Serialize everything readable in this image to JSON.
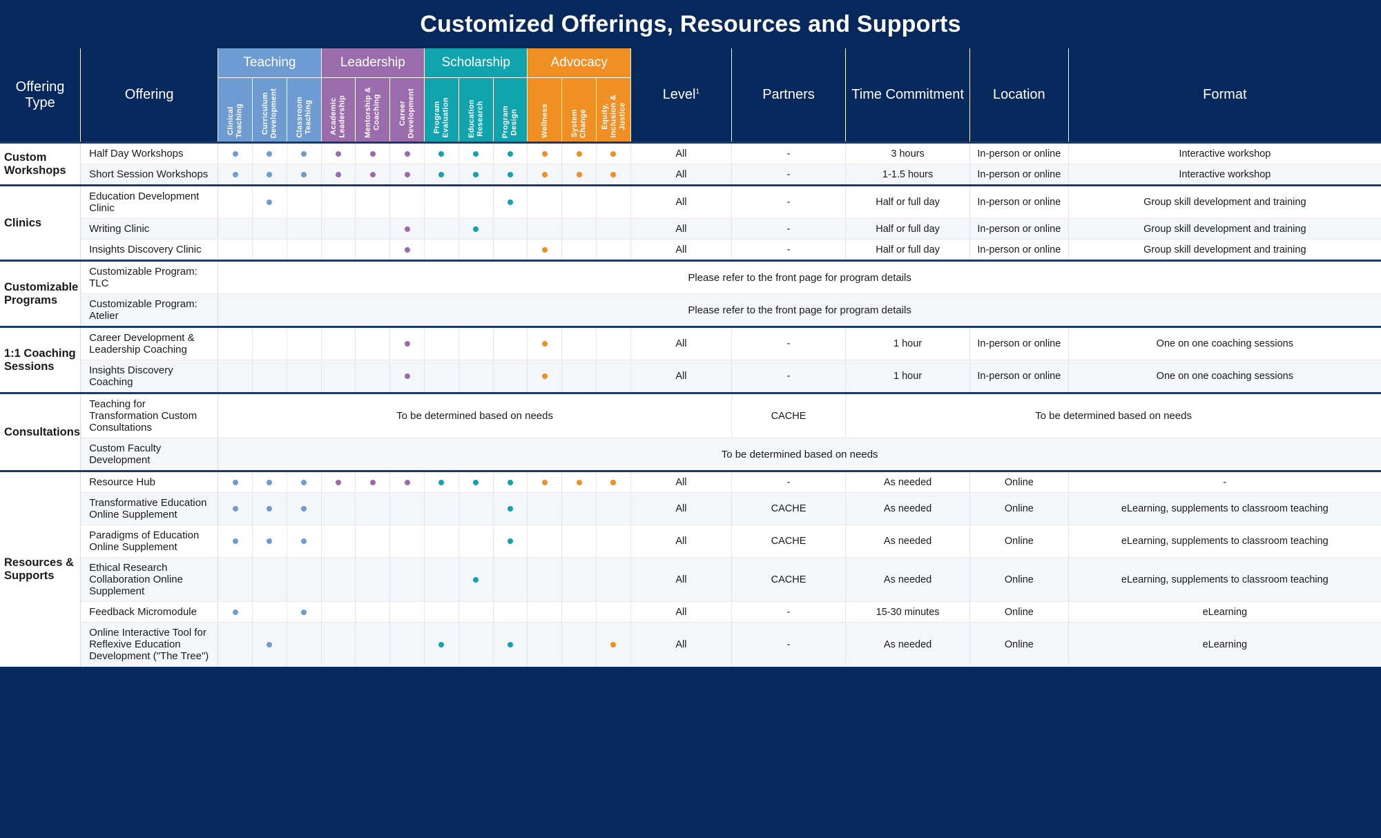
{
  "title": "Customized Offerings, Resources and Supports",
  "columns": {
    "offering_type": "Offering Type",
    "offering": "Offering",
    "level": "Level",
    "level_superscript": "1",
    "partners": "Partners",
    "time_commitment": "Time Commitment",
    "location": "Location",
    "format": "Format"
  },
  "groups": [
    {
      "key": "teaching",
      "label": "Teaching",
      "color": "#6e9bd1",
      "subs": [
        "Clinical Teaching",
        "Curriculum Development",
        "Classroom Teaching"
      ]
    },
    {
      "key": "leadership",
      "label": "Leadership",
      "color": "#9b6cac",
      "subs": [
        "Academic Leadership",
        "Mentorship & Coaching",
        "Career Development"
      ]
    },
    {
      "key": "scholarship",
      "label": "Scholarship",
      "color": "#12a4ae",
      "subs": [
        "Program Evaluation",
        "Education Research",
        "Program Design"
      ]
    },
    {
      "key": "advocacy",
      "label": "Advocacy",
      "color": "#ef8f24",
      "subs": [
        "Wellness",
        "System Change",
        "Equity, Inclusion & Justice"
      ]
    }
  ],
  "sections": [
    {
      "type": "Custom Workshops",
      "rows": [
        {
          "offering": "Half Day Workshops",
          "dots": [
            1,
            1,
            1,
            1,
            1,
            1,
            1,
            1,
            1,
            1,
            1,
            1
          ],
          "level": "All",
          "partners": "-",
          "time": "3 hours",
          "location": "In-person or online",
          "format": "Interactive workshop"
        },
        {
          "offering": "Short Session Workshops",
          "dots": [
            1,
            1,
            1,
            1,
            1,
            1,
            1,
            1,
            1,
            1,
            1,
            1
          ],
          "level": "All",
          "partners": "-",
          "time": "1-1.5 hours",
          "location": "In-person or online",
          "format": "Interactive workshop"
        }
      ]
    },
    {
      "type": "Clinics",
      "rows": [
        {
          "offering": "Education Development Clinic",
          "dots": [
            0,
            1,
            0,
            0,
            0,
            0,
            0,
            0,
            1,
            0,
            0,
            0
          ],
          "level": "All",
          "partners": "-",
          "time": "Half or full day",
          "location": "In-person or online",
          "format": "Group skill development and training"
        },
        {
          "offering": "Writing Clinic",
          "dots": [
            0,
            0,
            0,
            0,
            0,
            1,
            0,
            1,
            0,
            0,
            0,
            0
          ],
          "level": "All",
          "partners": "-",
          "time": "Half or full day",
          "location": "In-person or online",
          "format": "Group skill development and training"
        },
        {
          "offering": "Insights Discovery Clinic",
          "dots": [
            0,
            0,
            0,
            0,
            0,
            1,
            0,
            0,
            0,
            1,
            0,
            0
          ],
          "level": "All",
          "partners": "-",
          "time": "Half or full day",
          "location": "In-person or online",
          "format": "Group skill development and training"
        }
      ]
    },
    {
      "type": "Customizable Programs",
      "rows": [
        {
          "offering": "Customizable Program: TLC",
          "span_note": "Please refer to the front page for program details"
        },
        {
          "offering": "Customizable Program: Atelier",
          "span_note": "Please refer to the front page for program details"
        }
      ]
    },
    {
      "type": "1:1 Coaching Sessions",
      "rows": [
        {
          "offering": "Career Development & Leadership Coaching",
          "dots": [
            0,
            0,
            0,
            0,
            0,
            1,
            0,
            0,
            0,
            1,
            0,
            0
          ],
          "level": "All",
          "partners": "-",
          "time": "1 hour",
          "location": "In-person or online",
          "format": "One on one coaching sessions"
        },
        {
          "offering": "Insights Discovery Coaching",
          "dots": [
            0,
            0,
            0,
            0,
            0,
            1,
            0,
            0,
            0,
            1,
            0,
            0
          ],
          "level": "All",
          "partners": "-",
          "time": "1 hour",
          "location": "In-person or online",
          "format": "One on one coaching sessions"
        }
      ]
    },
    {
      "type": "Consultations",
      "rows": [
        {
          "offering": "Teaching for Transformation Custom Consultations",
          "matrix_note": "To be determined based on needs",
          "partners": "CACHE",
          "tail_note": "To be determined based on needs"
        },
        {
          "offering": "Custom Faculty Development",
          "span_note": "To be determined based on needs"
        }
      ]
    },
    {
      "type": "Resources & Supports",
      "rows": [
        {
          "offering": "Resource Hub",
          "dots": [
            1,
            1,
            1,
            1,
            1,
            1,
            1,
            1,
            1,
            1,
            1,
            1
          ],
          "level": "All",
          "partners": "-",
          "time": "As needed",
          "location": "Online",
          "format": "-"
        },
        {
          "offering": "Transformative Education Online Supplement",
          "dots": [
            1,
            1,
            1,
            0,
            0,
            0,
            0,
            0,
            1,
            0,
            0,
            0
          ],
          "level": "All",
          "partners": "CACHE",
          "time": "As needed",
          "location": "Online",
          "format": "eLearning, supplements to classroom teaching"
        },
        {
          "offering": "Paradigms of Education Online Supplement",
          "dots": [
            1,
            1,
            1,
            0,
            0,
            0,
            0,
            0,
            1,
            0,
            0,
            0
          ],
          "level": "All",
          "partners": "CACHE",
          "time": "As needed",
          "location": "Online",
          "format": "eLearning, supplements to classroom teaching"
        },
        {
          "offering": "Ethical Research Collaboration Online Supplement",
          "dots": [
            0,
            0,
            0,
            0,
            0,
            0,
            0,
            1,
            0,
            0,
            0,
            0
          ],
          "level": "All",
          "partners": "CACHE",
          "time": "As needed",
          "location": "Online",
          "format": "eLearning, supplements to classroom teaching"
        },
        {
          "offering": "Feedback Micromodule",
          "dots": [
            1,
            0,
            1,
            0,
            0,
            0,
            0,
            0,
            0,
            0,
            0,
            0
          ],
          "level": "All",
          "partners": "-",
          "time": "15-30 minutes",
          "location": "Online",
          "format": "eLearning"
        },
        {
          "offering": "Online Interactive Tool for Reflexive Education Development (\"The Tree\")",
          "dots": [
            0,
            1,
            0,
            0,
            0,
            0,
            1,
            0,
            1,
            0,
            0,
            1
          ],
          "level": "All",
          "partners": "-",
          "time": "As needed",
          "location": "Online",
          "format": "eLearning"
        }
      ]
    }
  ],
  "colors": {
    "navy": "#06285c",
    "teaching": "#6e9bd1",
    "leadership": "#9b6cac",
    "scholarship": "#12a4ae",
    "advocacy": "#ef8f24",
    "row_alt": "#f4f6fa"
  }
}
